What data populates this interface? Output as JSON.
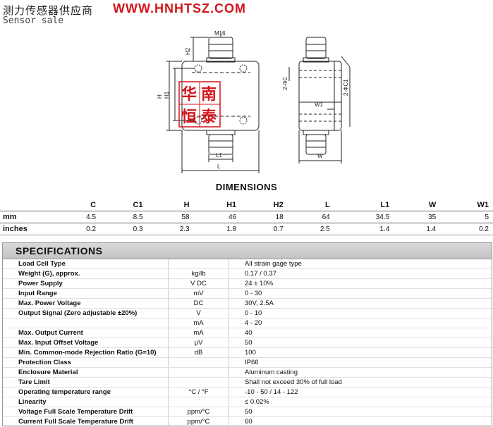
{
  "header": {
    "company": "测力传感器供应商",
    "url": "WWW.HNHTSZ.COM",
    "subtitle": "Sensor sale"
  },
  "drawing": {
    "labels": {
      "m16": "M16",
      "h2": "H2",
      "h": "H",
      "h1": "H1",
      "l1": "L1",
      "l": "L",
      "c2": "2-ΦC",
      "c1_2": "2-ΦC1",
      "w1": "W1",
      "w": "W"
    },
    "stamp": [
      "华",
      "南",
      "恒",
      "泰"
    ],
    "stamp_color": "#d4151b"
  },
  "dimensions": {
    "title": "DIMENSIONS",
    "columns": [
      "C",
      "C1",
      "H",
      "H1",
      "H2",
      "L",
      "L1",
      "W",
      "W1"
    ],
    "rows": [
      {
        "label": "mm",
        "values": [
          "4.5",
          "8.5",
          "58",
          "46",
          "18",
          "64",
          "34.5",
          "35",
          "5"
        ]
      },
      {
        "label": "inches",
        "values": [
          "0.2",
          "0.3",
          "2.3",
          "1.8",
          "0.7",
          "2.5",
          "1.4",
          "1.4",
          "0.2"
        ]
      }
    ]
  },
  "specifications": {
    "title": "SPECIFICATIONS",
    "rows": [
      {
        "param": "Load Cell Type",
        "unit": "",
        "value": "All strain gage type"
      },
      {
        "param": "Weight (G), approx.",
        "unit": "kg/lb",
        "value": "0.17 / 0.37"
      },
      {
        "param": "Power Supply",
        "unit": "V DC",
        "value": "24 ± 10%"
      },
      {
        "param": "Input Range",
        "unit": "mV",
        "value": "0 - 30"
      },
      {
        "param": "Max. Power Voltage",
        "unit": "DC",
        "value": "30V, 2.5A"
      },
      {
        "param": "Output Signal (Zero adjustable ±20%)",
        "unit": "V",
        "value": "0 - 10"
      },
      {
        "param": "",
        "unit": "mA",
        "value": "4 - 20"
      },
      {
        "param": "Max. Output Current",
        "unit": "mA",
        "value": "40"
      },
      {
        "param": "Max. Input Offset Voltage",
        "unit": "μV",
        "value": "50"
      },
      {
        "param": "Min. Common-mode Rejection Ratio (G=10)",
        "unit": "dB",
        "value": "100"
      },
      {
        "param": "Protection Class",
        "unit": "",
        "value": "IP66"
      },
      {
        "param": "Enclosure Material",
        "unit": "",
        "value": "Aluminum casting"
      },
      {
        "param": "Tare Limit",
        "unit": "",
        "value": "Shall not exceed 30% of full load"
      },
      {
        "param": "Operating temperature range",
        "unit": "°C / °F",
        "value": "-10 - 50 / 14 - 122"
      },
      {
        "param": "Linearity",
        "unit": "",
        "value": "≤ 0.02%"
      },
      {
        "param": "Voltage Full Scale Temperature Drift",
        "unit": "ppm/°C",
        "value": "50"
      },
      {
        "param": "Current Full Scale Temperature Drift",
        "unit": "ppm/°C",
        "value": "60"
      }
    ]
  }
}
